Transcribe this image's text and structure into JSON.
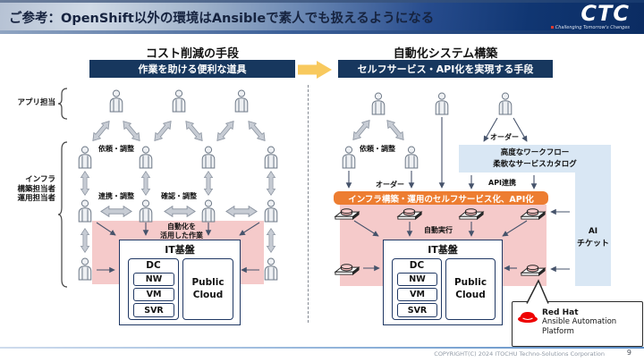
{
  "slide": {
    "title": "ご参考：OpenShift以外の環境はAnsibleで素人でも扱えるようになる",
    "logo": {
      "text": "CTC",
      "tagline": "Challenging Tomorrow's Changes"
    },
    "footer": {
      "copyright": "COPYRIGHT(C) 2024 ITOCHU Techno-Solutions Corporation",
      "page": "9"
    }
  },
  "colors": {
    "header_bar": "#17375e",
    "orange_bar": "#ed7d31",
    "pink_band": "#f5caca",
    "light_blue": "#d9e7f4",
    "transition_arrow": "#f8c95e",
    "redhat_red": "#ee0000"
  },
  "left_panel": {
    "heading": "コスト削減の手段",
    "subheading": "作業を助ける便利な道具",
    "role_app": "アプリ担当",
    "role_infra": [
      "インフラ",
      "構築担当者",
      "運用担当者"
    ],
    "label_irai": "依頼・調整",
    "label_renkei": "連携・調整",
    "label_kakunin": "確認・調整",
    "band_label": [
      "自動化を",
      "活用した作業"
    ],
    "it_platform": {
      "title": "IT基盤",
      "dc_label": "DC",
      "items": [
        "NW",
        "VM",
        "SVR"
      ],
      "cloud_label": "Public Cloud"
    }
  },
  "right_panel": {
    "heading": "自動化システム構築",
    "subheading": "セルフサービス・API化を実現する手段",
    "label_irai": "依頼・調整",
    "label_order_top": "オーダー",
    "label_order_mid": "オーダー",
    "label_api": "API連携",
    "workflow_box": [
      "高度なワークフロー",
      "柔軟なサービスカタログ"
    ],
    "selfservice_bar": "インフラ構築・運用のセルフサービス化、API化",
    "label_auto_exec": "自動実行",
    "ai_ticket": [
      "AI",
      "チケット"
    ],
    "it_platform": {
      "title": "IT基盤",
      "dc_label": "DC",
      "items": [
        "NW",
        "VM",
        "SVR"
      ],
      "cloud_label": "Public Cloud"
    },
    "redhat_callout": {
      "brand": "Red Hat",
      "line1": "Ansible Automation",
      "line2": "Platform"
    }
  }
}
